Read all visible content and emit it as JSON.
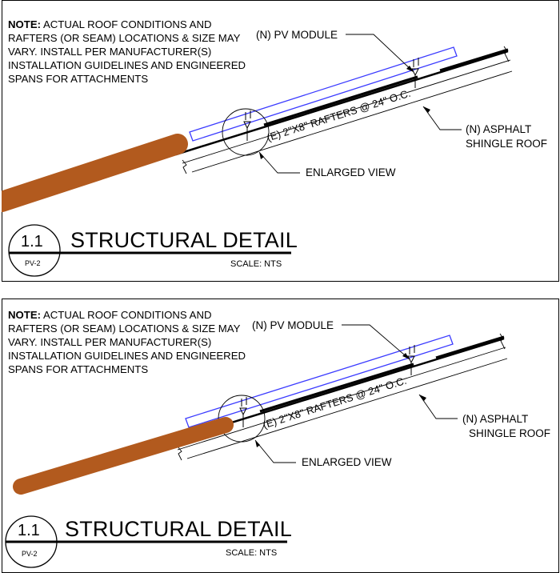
{
  "panels": [
    {
      "note_bold": "NOTE:",
      "note_text": "ACTUAL ROOF CONDITIONS AND RAFTERS (OR SEAM) LOCATIONS & SIZE MAY VARY. INSTALL PER MANUFACTURER(S) INSTALLATION GUIDELINES AND ENGINEERED SPANS FOR ATTACHMENTS",
      "pv_module_label": "(N) PV MODULE",
      "rafters_label": "(E) 2\"X8\" RAFTERS @ 24\" O.C.",
      "roof_label_line1": "(N) ASPHALT",
      "roof_label_line2": "SHINGLE ROOF",
      "enlarged_view_label": "ENLARGED VIEW",
      "detail_number": "1.1",
      "sheet_ref": "PV-2",
      "detail_title": "STRUCTURAL DETAIL",
      "scale_label": "SCALE: NTS"
    },
    {
      "note_bold": "NOTE:",
      "note_text": "ACTUAL ROOF CONDITIONS AND RAFTERS (OR SEAM) LOCATIONS & SIZE MAY VARY. INSTALL PER MANUFACTURER(S) INSTALLATION GUIDELINES AND ENGINEERED SPANS FOR ATTACHMENTS",
      "pv_module_label": "(N) PV MODULE",
      "rafters_label": "(E) 2\"X8\" RAFTERS @ 24\" O.C.",
      "roof_label_line1": "(N) ASPHALT",
      "roof_label_line2": "SHINGLE ROOF",
      "enlarged_view_label": "ENLARGED VIEW",
      "detail_number": "1.1",
      "sheet_ref": "PV-2",
      "detail_title": "STRUCTURAL DETAIL",
      "scale_label": "SCALE: NTS"
    }
  ],
  "colors": {
    "pv_module": "#3b3bff",
    "pipe": "#b25a1e",
    "line": "#000000"
  }
}
